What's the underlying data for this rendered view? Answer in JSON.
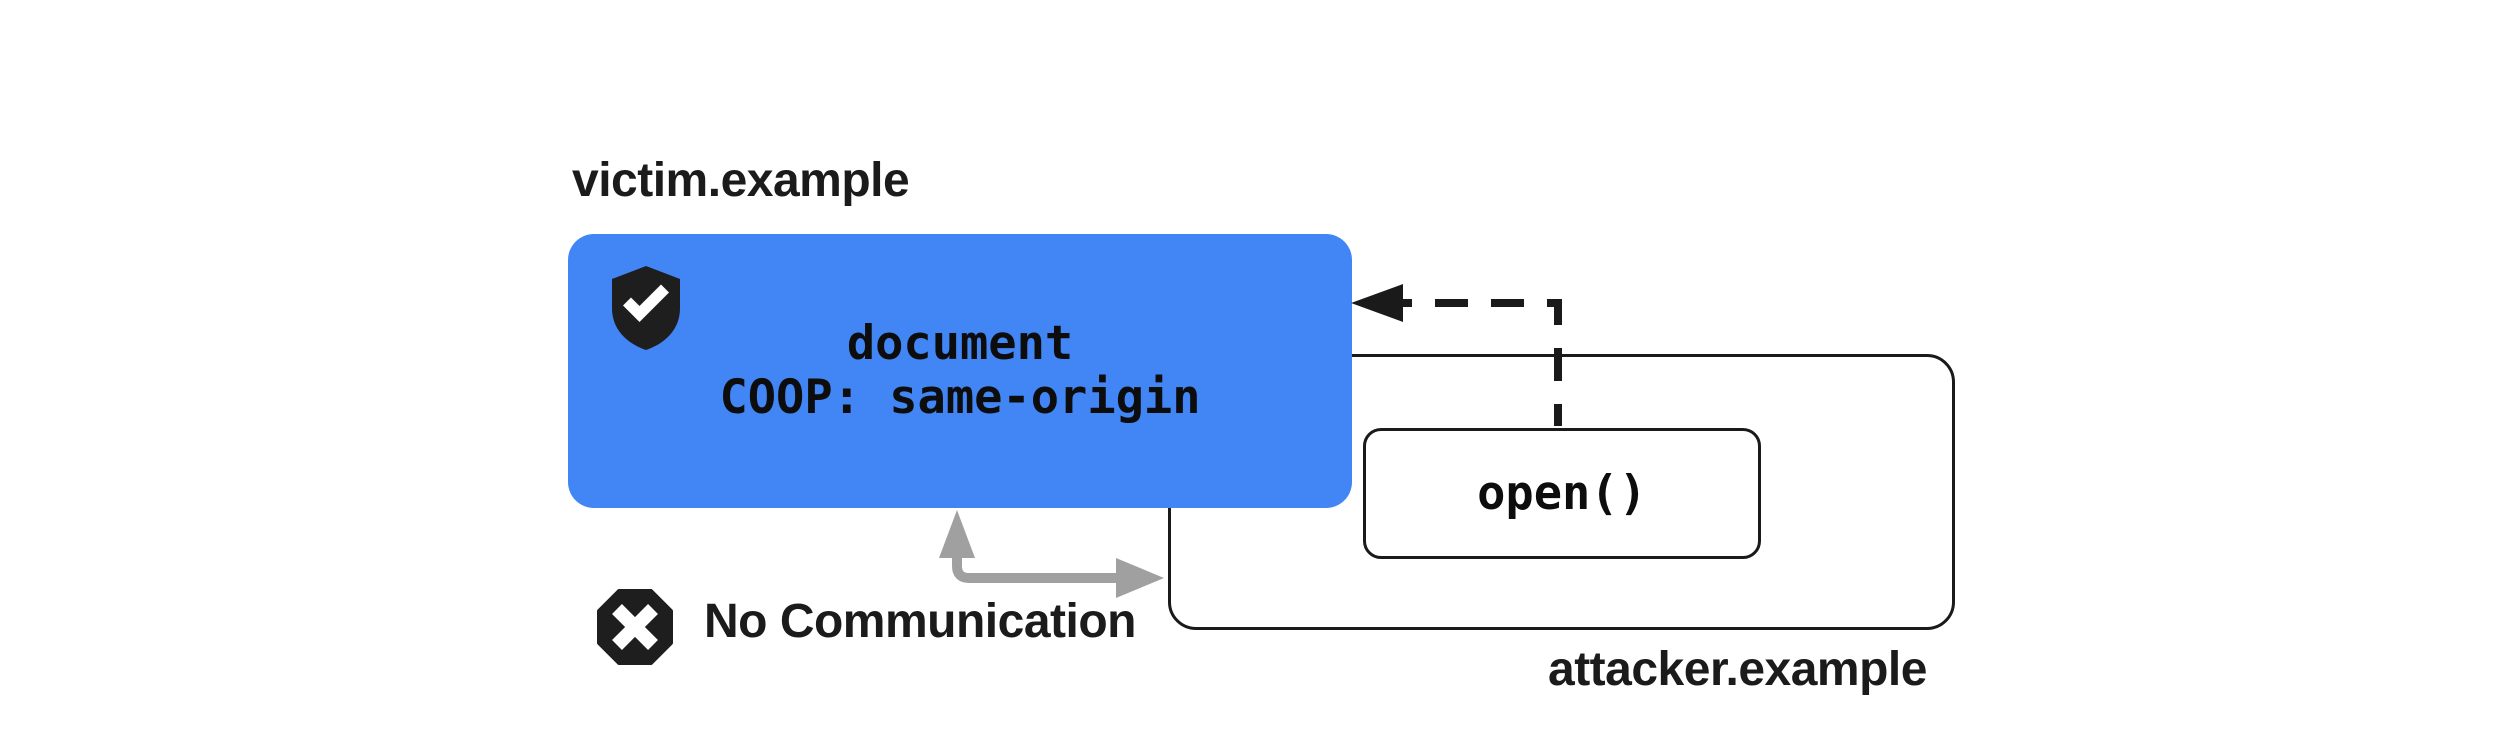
{
  "page": {
    "background_color": "#ffffff"
  },
  "victim": {
    "domain_label": "victim.example",
    "box_line1": "document",
    "box_line2": "COOP: same-origin",
    "box_color": "#4285f4",
    "shield_icon": "shield-check-icon"
  },
  "attacker": {
    "domain_label": "attacker.example",
    "open_label": "open()"
  },
  "blocked": {
    "label": "No Communication",
    "icon": "x-octagon-icon",
    "arrow_color": "#a0a0a0"
  },
  "arrows": {
    "opener_arrow_style": "dashed",
    "opener_arrow_color": "#1a1a1a"
  }
}
